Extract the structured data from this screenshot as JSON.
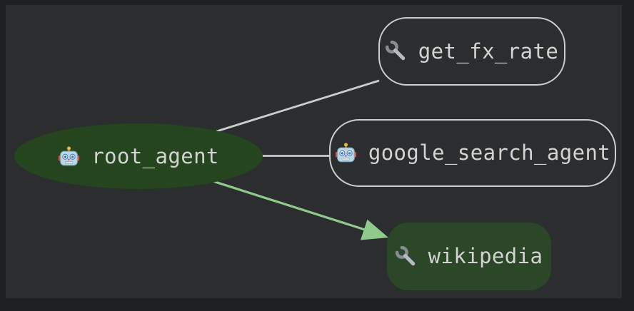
{
  "diagram": {
    "frame_color": "#1e1f20",
    "canvas_color": "#2b2d2e",
    "edge_color": "#cdcdcd",
    "highlight_edge_color": "#8ecb8b",
    "text_color": "#d3d3d3",
    "nodes": [
      {
        "id": "root_agent",
        "label": "root_agent",
        "icon": "robot-icon",
        "shape": "ellipse",
        "fill": "#25451f"
      },
      {
        "id": "get_fx_rate",
        "label": "get_fx_rate",
        "icon": "wrench-icon",
        "shape": "rounded-rect",
        "fill": "none",
        "border_color": "#cdcdcd"
      },
      {
        "id": "google_search_agent",
        "label": "google_search_agent",
        "icon": "robot-icon",
        "shape": "rounded-rect",
        "fill": "none",
        "border_color": "#cdcdcd"
      },
      {
        "id": "wikipedia",
        "label": "wikipedia",
        "icon": "wrench-icon",
        "shape": "rounded-rect",
        "fill": "#2c4628"
      }
    ],
    "edges": [
      {
        "from": "root_agent",
        "to": "get_fx_rate",
        "style": "line",
        "color": "#cdcdcd"
      },
      {
        "from": "root_agent",
        "to": "google_search_agent",
        "style": "line",
        "color": "#cdcdcd"
      },
      {
        "from": "root_agent",
        "to": "wikipedia",
        "style": "arrow",
        "color": "#8ecb8b"
      }
    ]
  }
}
